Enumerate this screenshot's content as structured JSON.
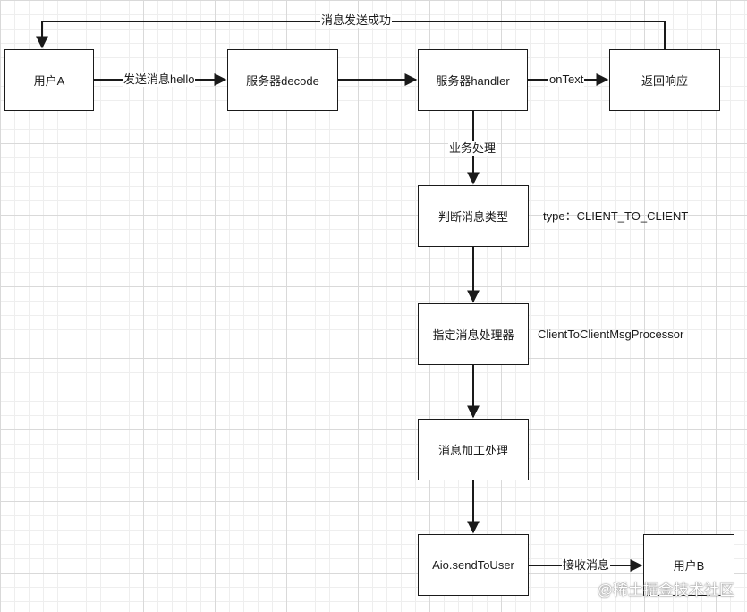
{
  "nodes": {
    "user_a": "用户A",
    "decode": "服务器decode",
    "handler": "服务器handler",
    "response": "返回响应",
    "judge_type": "判断消息类型",
    "assign_processor": "指定消息处理器",
    "process": "消息加工处理",
    "send": "Aio.sendToUser",
    "user_b": "用户B"
  },
  "edges": {
    "send_hello": "发送消息hello",
    "on_text": "onText",
    "success": "消息发送成功",
    "business": "业务处理",
    "receive": "接收消息"
  },
  "annotations": {
    "type": "type：CLIENT_TO_CLIENT",
    "processor": "ClientToClientMsgProcessor"
  },
  "watermark": "@稀土掘金技术社区"
}
